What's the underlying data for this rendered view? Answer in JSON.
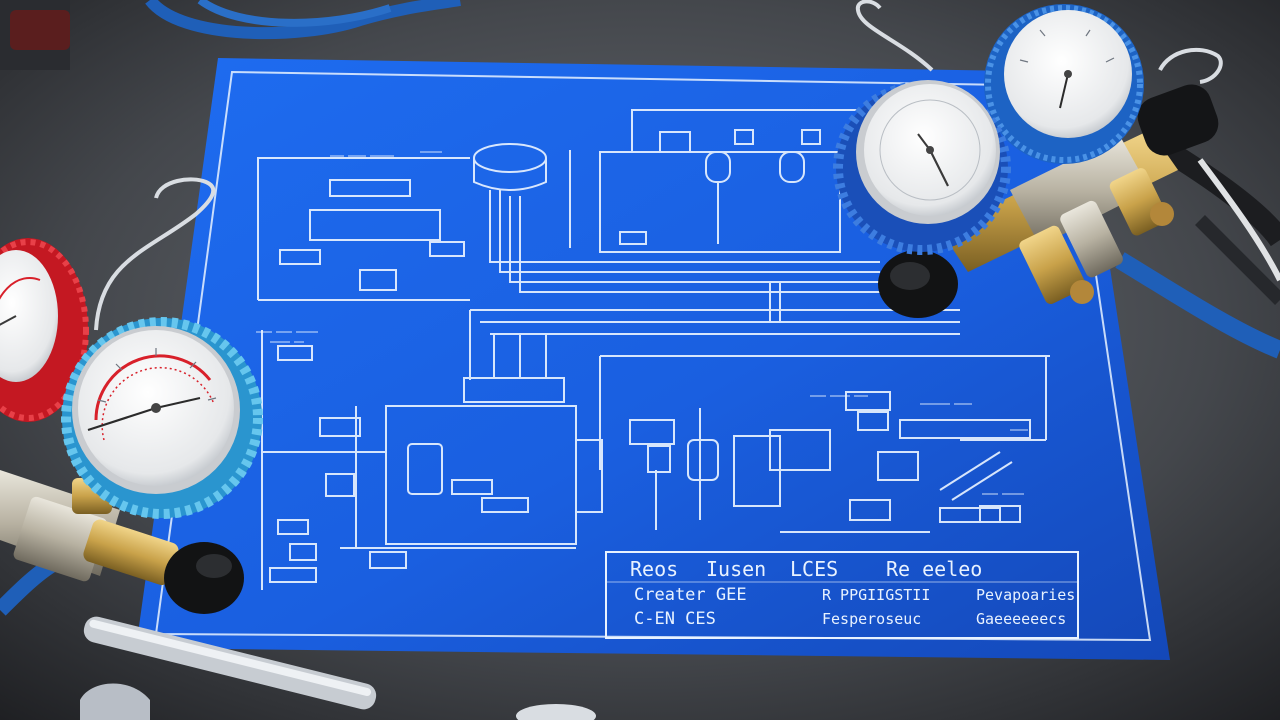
{
  "scene": {
    "subject": "hvac-blueprint-with-manifold-gauges",
    "colors": {
      "table": "#4a4d52",
      "blueprint": "#1a5fe0",
      "line": "#e8f2ff",
      "gauge_blue_bezel": "#2a7fd0",
      "gauge_cyan_bezel": "#3ab0e0",
      "gauge_red_bezel": "#d8202a",
      "brass": "#c9a24a",
      "hose_blue": "#1f5fb8"
    }
  },
  "title_block": {
    "row1": [
      "Reos",
      "Iusen",
      "LCES",
      "Re eeleo"
    ],
    "row2": [
      "Creater  GEE",
      "R PPGIIGSTII",
      "Pevapoaries"
    ],
    "row3": [
      "C-EN  CES",
      "Fesperoseuc",
      "Gaeeeeeecs"
    ]
  }
}
